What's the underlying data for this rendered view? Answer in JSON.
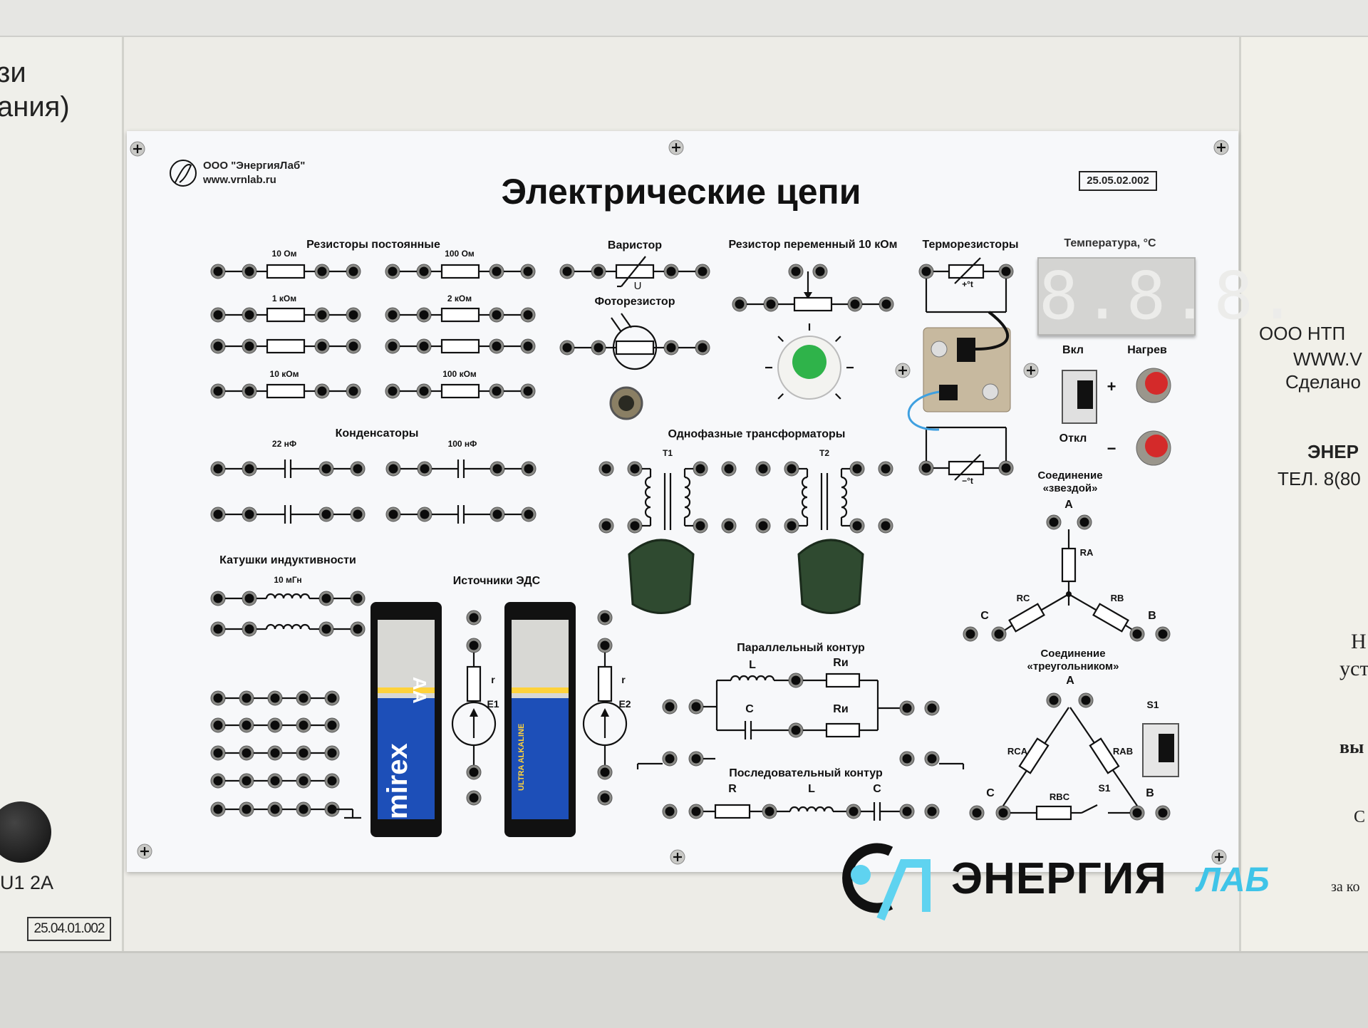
{
  "panel": {
    "title": "Электрические цепи",
    "company": "ООО \"ЭнергияЛаб\"",
    "website": "www.vrnlab.ru",
    "code": "25.05.02.002"
  },
  "sections": {
    "fixed_resistors": "Резисторы постоянные",
    "varistor": "Варистор",
    "photoresistor": "Фоторезистор",
    "variable_resistor": "Резистор переменный 10 кОм",
    "thermistors": "Терморезисторы",
    "temperature": "Температура, °С",
    "capacitors": "Конденсаторы",
    "transformers": "Однофазные трансформаторы",
    "inductors": "Катушки индуктивности",
    "emf_sources": "Источники ЭДС",
    "parallel_circuit": "Параллельный контур",
    "series_circuit": "Последовательный контур",
    "star_line1": "Соединение",
    "star_line2": "«звездой»",
    "delta_line1": "Соединение",
    "delta_line2": "«треугольником»"
  },
  "resistors": [
    "10 Ом",
    "100 Ом",
    "1 кОм",
    "2 кОм",
    "10 кОм",
    "100 кОм"
  ],
  "capacitors": [
    "22 нФ",
    "100 нФ"
  ],
  "inductor": "10 мГн",
  "transformers": [
    "T1",
    "T2"
  ],
  "emf": {
    "r": "r",
    "e1": "E1",
    "e2": "E2"
  },
  "thermistor_marks": {
    "pos": "+°t",
    "neg": "−°t",
    "varistor_u": "U"
  },
  "display": {
    "value": "8.8.8."
  },
  "controls": {
    "on": "Вкл",
    "off": "Откл",
    "heat": "Нагрев",
    "plus": "+",
    "minus": "−"
  },
  "parallel": {
    "l": "L",
    "r1": "Rи",
    "c": "C",
    "r2": "Rи"
  },
  "series": {
    "r": "R",
    "l": "L",
    "c": "C"
  },
  "star": {
    "a": "A",
    "b": "B",
    "c": "C",
    "ra": "RA",
    "rb": "RB",
    "rc": "RC"
  },
  "delta": {
    "a": "A",
    "b": "B",
    "c": "C",
    "rab": "RAB",
    "rbc": "RBC",
    "rca": "RCA",
    "s1": "S1",
    "s1b": "S1"
  },
  "battery": {
    "brand": "mirex",
    "type": "AA",
    "line": "ULTRA ALKALINE"
  },
  "left_side": {
    "line1": "зи",
    "line2": "ания)",
    "fuse": "U1 2A",
    "code": "25.04.01.002"
  },
  "right_side": {
    "l1": "ООО НТП",
    "l2": "WWW.V",
    "l3": "Сделано",
    "l4": "ЭНЕР",
    "l5": "ТЕЛ. 8(80",
    "l6": "Н",
    "l7": "уст",
    "l8": "вы",
    "l9": "С",
    "l10": "за ко"
  },
  "watermark": {
    "word": "ЭНЕРГИЯ",
    "suffix": "ЛАБ"
  },
  "colors": {
    "green_knob": "#2fb34a",
    "red_button": "#d42a2a",
    "cyan_logo": "#5fd3f0",
    "battery_blue": "#1d4fb8"
  }
}
